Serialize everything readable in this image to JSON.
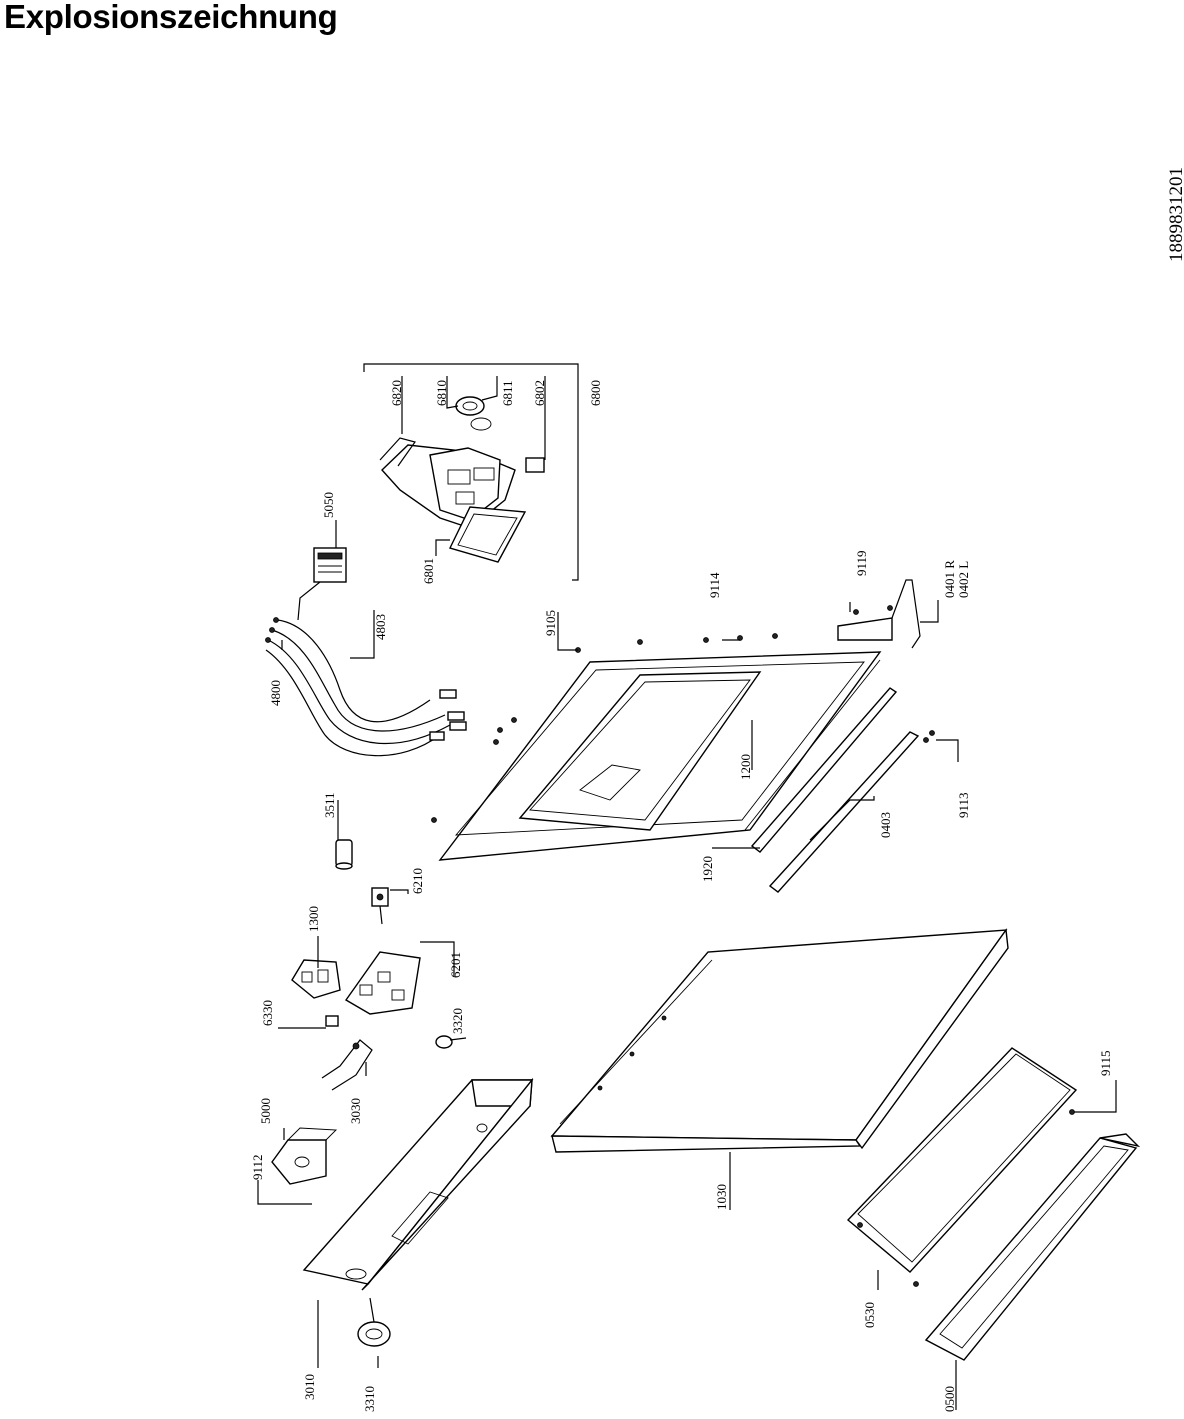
{
  "title": "Explosionszeichnung",
  "document_number": "1889831201",
  "labels": {
    "p6820": "6820",
    "p6810": "6810",
    "p6811": "6811",
    "p6802": "6802",
    "p6800": "6800",
    "p5050": "5050",
    "p6801": "6801",
    "p9114": "9114",
    "p9119": "9119",
    "p0401": "0401 R",
    "p0402": "0402 L",
    "p9105": "9105",
    "p4803": "4803",
    "p4800": "4800",
    "p3511": "3511",
    "p1200": "1200",
    "p9113": "9113",
    "p0403": "0403",
    "p1920": "1920",
    "p6210": "6210",
    "p1300": "1300",
    "p6201": "6201",
    "p6330": "6330",
    "p3320": "3320",
    "p5000": "5000",
    "p3030": "3030",
    "p9112": "9112",
    "p9115": "9115",
    "p1030": "1030",
    "p0530": "0530",
    "p3010": "3010",
    "p3310": "3310",
    "p0500": "0500"
  }
}
